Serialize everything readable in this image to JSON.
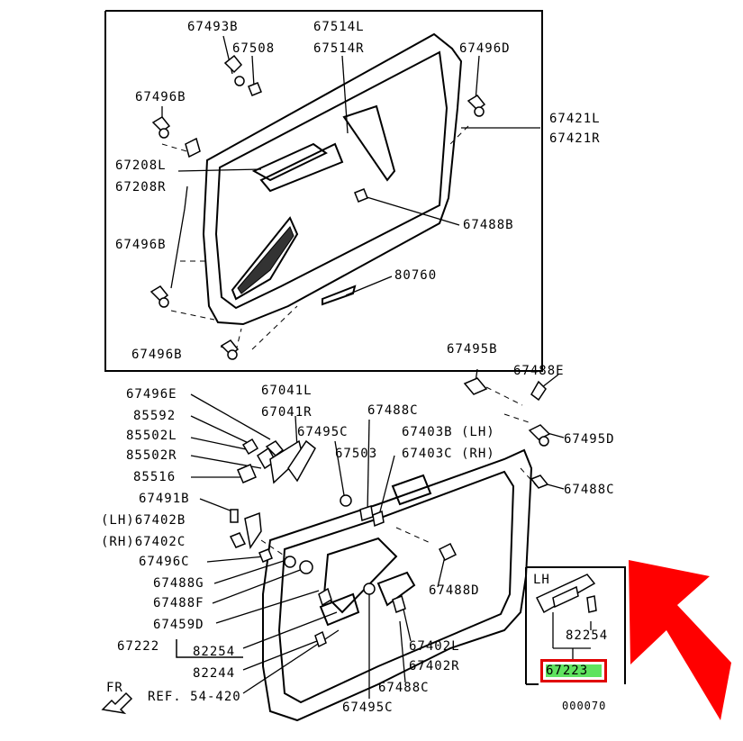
{
  "part_labels": {
    "p67493B": "67493B",
    "p67508": "67508",
    "p67514L": "67514L",
    "p67514R": "67514R",
    "p67496D": "67496D",
    "p67496B_a": "67496B",
    "p67421L": "67421L",
    "p67421R": "67421R",
    "p67208L": "67208L",
    "p67208R": "67208R",
    "p67488B": "67488B",
    "p67496B_b": "67496B",
    "p80760": "80760",
    "p67496B_c": "67496B",
    "p67495B": "67495B",
    "p67488E": "67488E",
    "p67496E": "67496E",
    "p67041L": "67041L",
    "p67041R": "67041R",
    "p85592": "85592",
    "p67488C_a": "67488C",
    "p85502L": "85502L",
    "p67495C_a": "67495C",
    "p67403B": "67403B (LH)",
    "p67495D": "67495D",
    "p85502R": "85502R",
    "p67503": "67503",
    "p67403C": "67403C (RH)",
    "p85516": "85516",
    "p67488C_b": "67488C",
    "p67491B": "67491B",
    "p67402B": "(LH)67402B",
    "p67402C": "(RH)67402C",
    "p67496C": "67496C",
    "p67488G": "67488G",
    "p67488D": "67488D",
    "p67488F": "67488F",
    "p67459D": "67459D",
    "p67222": "67222",
    "p82254_a": "82254",
    "p67402L": "67402L",
    "p82244": "82244",
    "p67402R": "67402R",
    "pRef": "REF. 54-420",
    "p67488C_c": "67488C",
    "p67495C_b": "67495C",
    "pFR": "FR",
    "pLH": "LH",
    "p82254_b": "82254",
    "p67223": "67223",
    "pCode": "000070"
  },
  "colors": {
    "highlight_border": "#e00000",
    "highlight_fill": "#5fe35f",
    "arrow": "#ff0000"
  }
}
